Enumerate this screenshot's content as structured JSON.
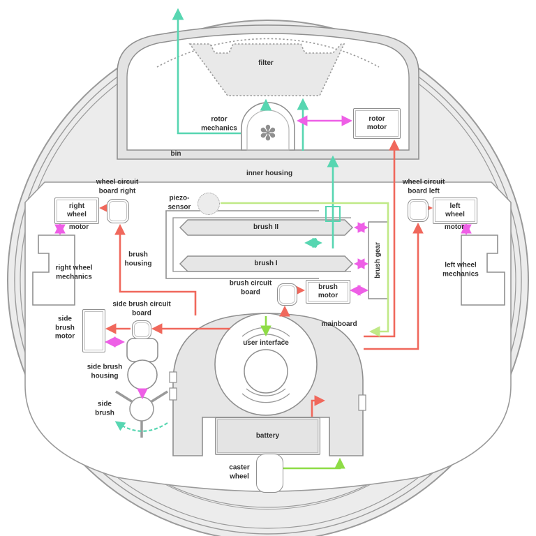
{
  "diagram": {
    "description": "robot vacuum internals schematic, top view",
    "labels": {
      "filter": "filter",
      "rotor_mechanics": "rotor mechanics",
      "rotor_motor": "rotor motor",
      "bin": "bin",
      "inner_housing": "inner housing",
      "wheel_circuit_board_right": "wheel circuit board right",
      "right_wheel": "right wheel",
      "motor_right": "motor",
      "right_wheel_mechanics": "right wheel mechanics",
      "piezo_sensor": "piezo- sensor",
      "brush_2": "brush II",
      "brush_1": "brush I",
      "brush_housing": "brush housing",
      "brush_gear": "brush gear",
      "brush_motor": "brush motor",
      "brush_circuit_board": "brush circuit board",
      "wheel_circuit_board_left": "wheel circuit board left",
      "left_wheel": "left wheel",
      "motor_left": "motor",
      "left_wheel_mechanics": "left wheel mechanics",
      "mainboard": "mainboard",
      "user_interface": "user interface",
      "battery": "battery",
      "side_brush_motor": "side brush motor",
      "side_brush_circuit_board": "side brush circuit board",
      "side_brush_housing": "side brush housing",
      "side_brush": "side brush",
      "caster_wheel": "caster wheel"
    },
    "icons": {
      "fan_glyph": "✽"
    },
    "colors": {
      "air_flow_teal": "#57d6b1",
      "mechanical_magenta": "#ee5fe6",
      "power_red": "#f0685c",
      "signal_green": "#8edc46",
      "signal_green_pale": "#c0e987",
      "outline_gray": "#8f8f8f",
      "body_fill_gray": "#ececec"
    }
  }
}
